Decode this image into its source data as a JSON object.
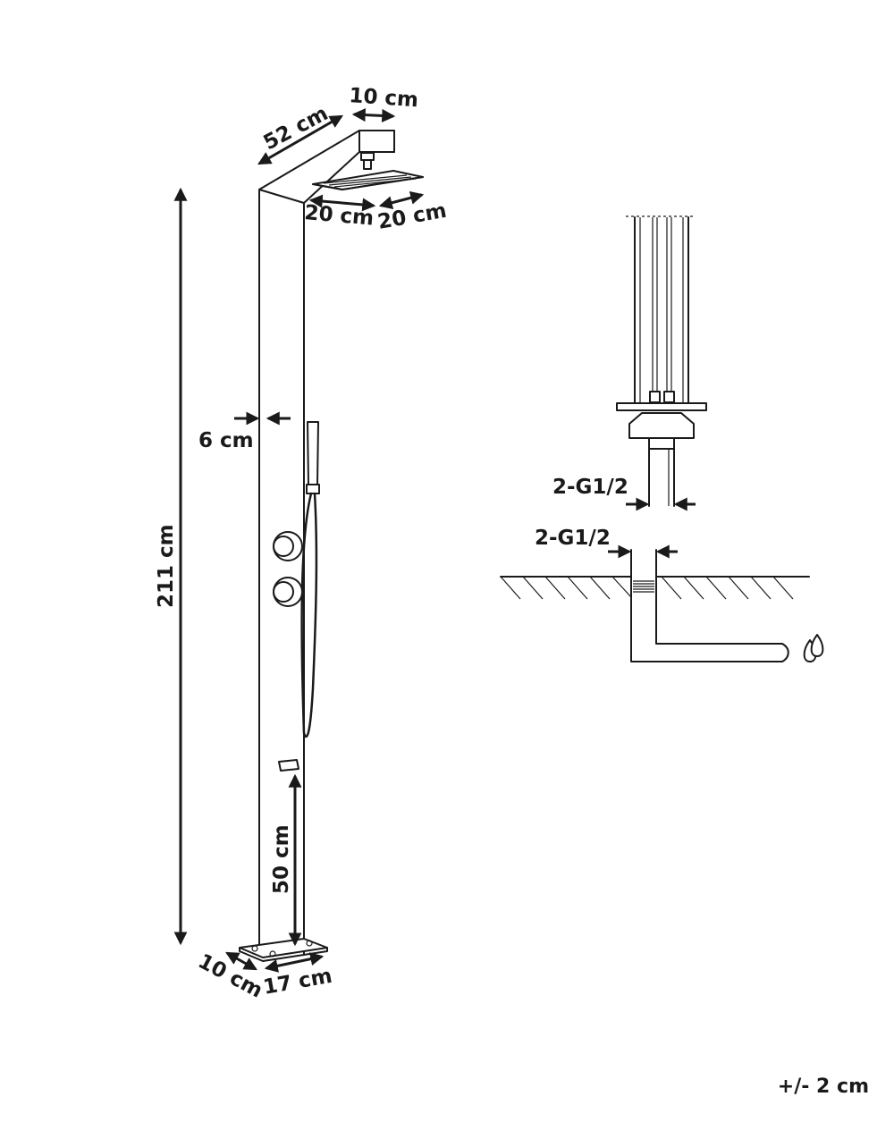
{
  "labels": {
    "shower_arm_length": "52 cm",
    "arm_head_depth": "10 cm",
    "head_width_left": "20 cm",
    "head_width_right": "20 cm",
    "total_height": "211 cm",
    "column_width": "6 cm",
    "tap_height": "50 cm",
    "base_depth": "10 cm",
    "base_width": "17 cm",
    "pipe_thread_upper": "2-G1/2",
    "pipe_thread_lower": "2-G1/2"
  },
  "footer": {
    "tolerance": "+/- 2 cm"
  },
  "icons": {
    "water": "water-drops-icon"
  },
  "colors": {
    "line": "#1a1a1a",
    "background": "#ffffff"
  }
}
